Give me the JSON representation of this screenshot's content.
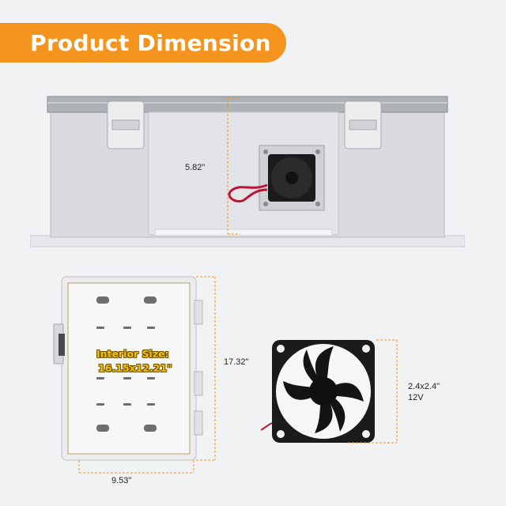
{
  "banner": {
    "title": "Product Dimension",
    "color": "#f4931e"
  },
  "front_view": {
    "height_label": "5.82\""
  },
  "top_view": {
    "length_label": "17.32\"",
    "width_label": "9.53\"",
    "interior_line1": "Interior Size:",
    "interior_line2": "16.15x12.21\""
  },
  "fan": {
    "size_label": "2.4x2.4\"",
    "voltage_label": "12V"
  },
  "colors": {
    "dimension_line": "#f4931e",
    "enclosure": "#dcdde0",
    "fan": "#1b1b1b"
  }
}
